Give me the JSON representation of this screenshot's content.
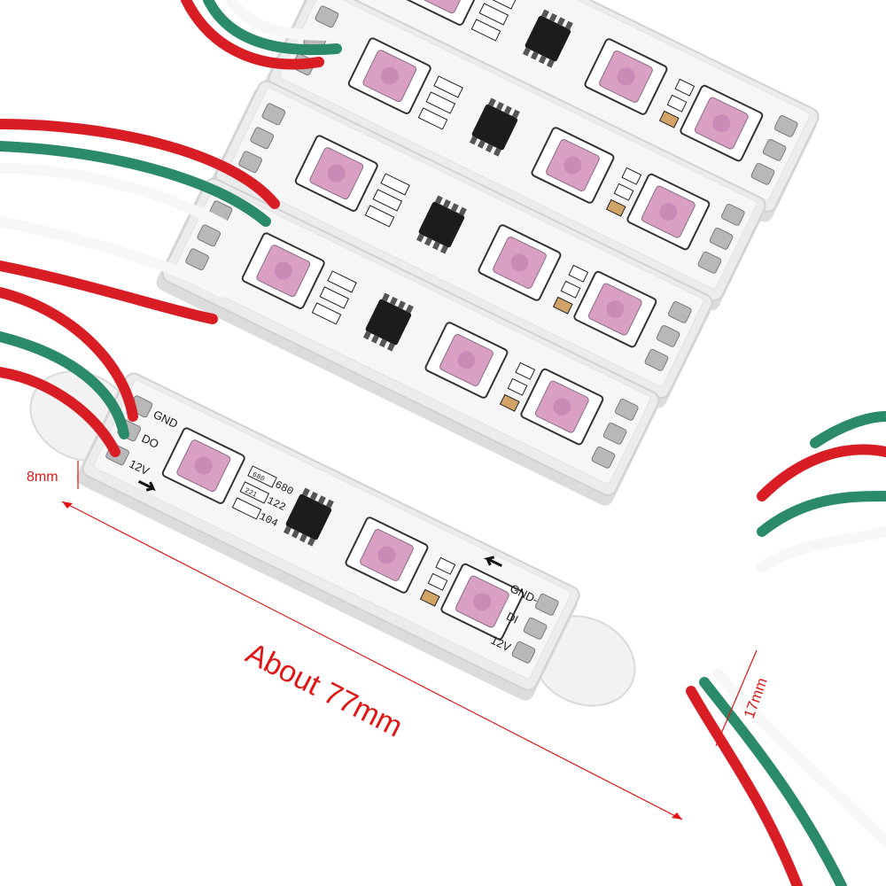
{
  "module": {
    "pad_labels": {
      "v12": "12V",
      "din": "DI",
      "dout": "DO",
      "gnd": "GND",
      "gnd_in": "GND-"
    },
    "resistor_codes": [
      "680",
      "122",
      "104"
    ],
    "resistor_chip_marks": [
      "680",
      "221"
    ]
  },
  "dimensions": {
    "length": "About 77mm",
    "height": "8mm",
    "width": "17mm"
  },
  "colors": {
    "dimension_red": "#e01616",
    "pcb_white": "#f4f4f4",
    "housing": "#ececec",
    "wire_red": "#d81e24",
    "wire_green": "#2a8a6a",
    "wire_white": "#f7f7f7",
    "led_pink": "#d9a0c4"
  }
}
